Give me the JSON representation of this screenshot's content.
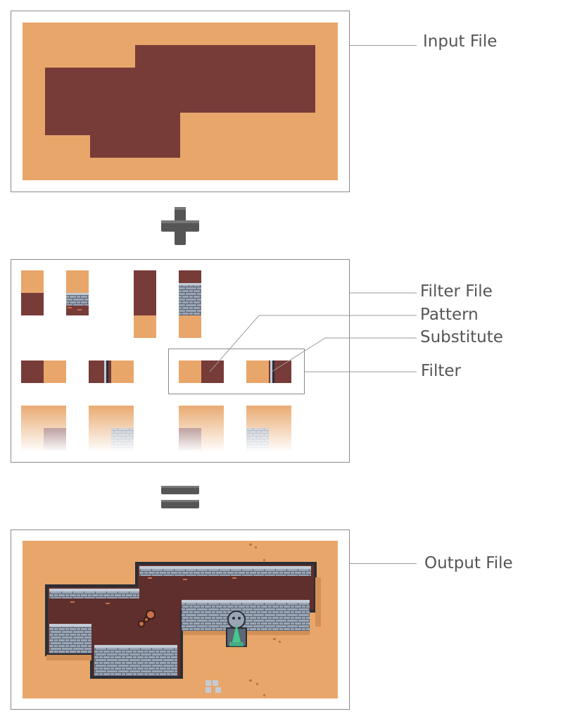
{
  "labels": {
    "input": "Input File",
    "filter_file": "Filter File",
    "pattern": "Pattern",
    "substitute": "Substitute",
    "filter": "Filter",
    "output": "Output File"
  },
  "colors": {
    "sand": "#e8a66a",
    "dark": "#773b38",
    "stone": "#9aa5b5",
    "stone_dark": "#5d6675",
    "operator": "#555555",
    "crystal": "#42c98d"
  },
  "operators": [
    "plus-sign",
    "equals-sign"
  ]
}
